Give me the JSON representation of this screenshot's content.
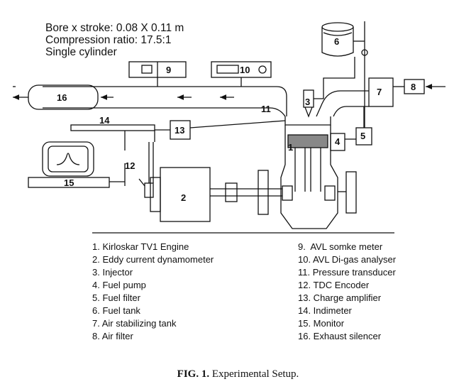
{
  "specs": {
    "bore_stroke": "Bore x stroke: 0.08 X 0.11 m",
    "compression_ratio": "Compression ratio: 17.5:1",
    "cylinder": "Single cylinder"
  },
  "labels": {
    "n1": "1",
    "n2": "2",
    "n3": "3",
    "n4": "4",
    "n5": "5",
    "n6": "6",
    "n7": "7",
    "n8": "8",
    "n9": "9",
    "n10": "10",
    "n11": "11",
    "n12": "12",
    "n13": "13",
    "n14": "14",
    "n15": "15",
    "n16": "16"
  },
  "legend_left": [
    "1. Kirloskar TV1 Engine",
    "2. Eddy current dynamometer",
    "3. Injector",
    "4. Fuel pump",
    "5. Fuel filter",
    "6. Fuel tank",
    "7. Air stabilizing tank",
    "8. Air filter"
  ],
  "legend_right": [
    "9.  AVL somke meter",
    "10. AVL Di-gas analyser",
    "11. Pressure transducer",
    "12. TDC Encoder",
    "13. Charge amplifier",
    "14. Indimeter",
    "15. Monitor",
    "16. Exhaust silencer"
  ],
  "caption": {
    "prefix": "FIG. 1.",
    "text": " Experimental Setup."
  }
}
